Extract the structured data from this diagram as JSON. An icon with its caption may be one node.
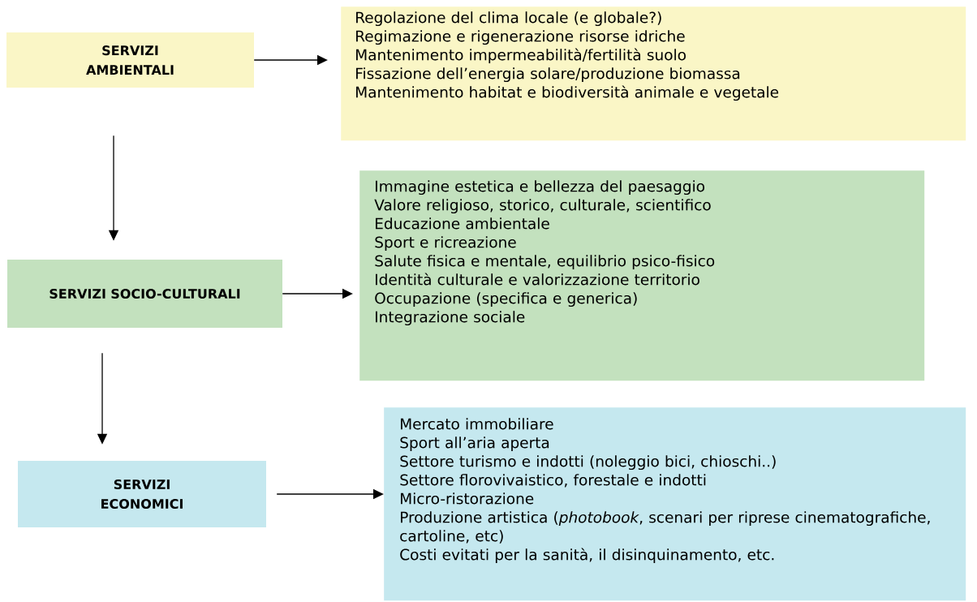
{
  "diagram": {
    "nodes": [
      {
        "text": [
          "SERVIZI AMBIENTALI"
        ]
      },
      {
        "text": [
          "Regolazione del clima locale (e globale?)",
          "Regimazione e rigenerazione risorse idriche",
          "Mantenimento impermeabilità/fertilità suolo",
          "Fissazione dell’energia solare/produzione biomassa",
          "Mantenimento habitat e biodiversità animale e vegetale"
        ]
      },
      {
        "text": [
          "SERVIZI SOCIO-CULTURALI"
        ]
      },
      {
        "text": [
          "Immagine estetica e bellezza del paesaggio",
          "Valore religioso, storico, culturale, scientifico",
          "Educazione ambientale",
          "Sport e ricreazione",
          "Salute fisica e mentale, equilibrio psico-fisico",
          "Identità culturale e valorizzazione territorio",
          "Occupazione (specifica e generica)",
          "Integrazione sociale"
        ]
      },
      {
        "text": [
          "SERVIZI ECONOMICI"
        ]
      },
      {
        "text": [
          "Mercato immobiliare",
          "Sport all’aria aperta",
          "Settore turismo e indotti (noleggio bici, chioschi..)",
          "Settore florovivaistico, forestale e indotti",
          "Micro-ristorazione",
          "Produzione artistica (*photobook*, scenari per riprese cinematografiche, cartoline, etc)",
          "Costi evitati per la sanità, il disinquinamento, etc."
        ]
      }
    ],
    "edges": [
      {
        "from": 0,
        "to": 1,
        "arrow": "to"
      },
      {
        "from": 0,
        "to": 2,
        "arrow": "to"
      },
      {
        "from": 2,
        "to": 3,
        "arrow": "to"
      },
      {
        "from": 2,
        "to": 4,
        "arrow": "to"
      },
      {
        "from": 4,
        "to": 5,
        "arrow": "to"
      }
    ]
  }
}
